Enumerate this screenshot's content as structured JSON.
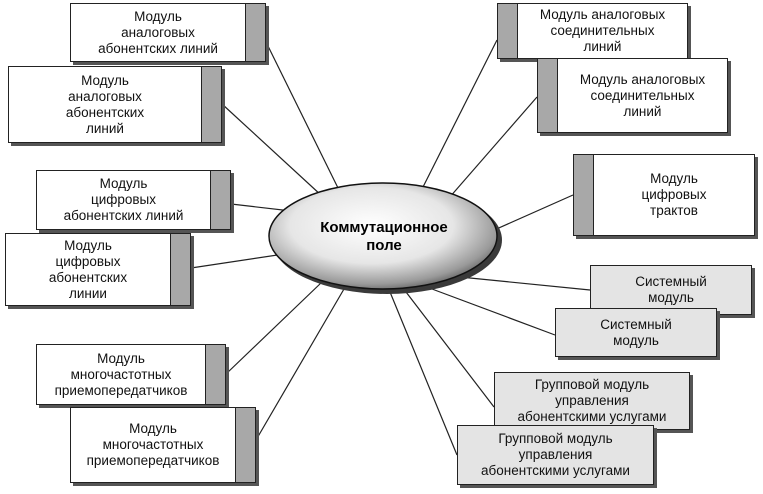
{
  "hub": {
    "label": "Коммутационное\nполе"
  },
  "modules": [
    {
      "id": "analog-subscriber-1",
      "label": "Модуль\nаналоговых\nабонентских линий",
      "shaded": false
    },
    {
      "id": "analog-subscriber-2",
      "label": "Модуль\nаналоговых\nабонентских\nлиний",
      "shaded": false
    },
    {
      "id": "digital-subscriber-1",
      "label": "Модуль\nцифровых\nабонентских линий",
      "shaded": false
    },
    {
      "id": "digital-subscriber-2",
      "label": "Модуль\nцифровых\nабонентских\nлинии",
      "shaded": false
    },
    {
      "id": "multifreq-transceiver-1",
      "label": "Модуль\nмногочастотных\nприемопередатчиков",
      "shaded": false
    },
    {
      "id": "multifreq-transceiver-2",
      "label": "Модуль\nмногочастотных\nприемопередатчиков",
      "shaded": false
    },
    {
      "id": "analog-trunk-1",
      "label": "Модуль аналоговых\nсоединительных\nлиний",
      "shaded": false
    },
    {
      "id": "analog-trunk-2",
      "label": "Модуль аналоговых\nсоединительных\nлиний",
      "shaded": false
    },
    {
      "id": "digital-trunk",
      "label": "Модуль\nцифровых\nтрактов",
      "shaded": false
    },
    {
      "id": "system-1",
      "label": "Системный\nмодуль",
      "shaded": true
    },
    {
      "id": "system-2",
      "label": "Системный\nмодуль",
      "shaded": true
    },
    {
      "id": "group-services-1",
      "label": "Групповой модуль\nуправления\nабонентскими услугами",
      "shaded": true
    },
    {
      "id": "group-services-2",
      "label": "Групповой модуль\nуправления\nабонентскими услугами",
      "shaded": true
    }
  ]
}
